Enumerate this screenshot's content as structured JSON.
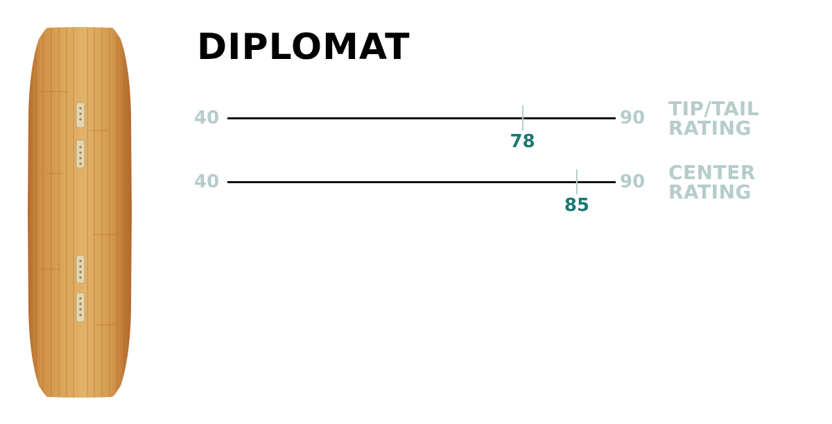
{
  "product": {
    "title": "DIPLOMAT"
  },
  "colors": {
    "muted": "#b5cccb",
    "accent": "#1b7a70",
    "track": "#111111"
  },
  "ratings": [
    {
      "name": "TIP/TAIL\nRATING",
      "min": "40",
      "max": "90",
      "value": "78",
      "level": 78
    },
    {
      "name": "CENTER\nRATING",
      "min": "40",
      "max": "90",
      "value": "85",
      "level": 85
    }
  ],
  "scale": {
    "min": 40,
    "max": 90
  }
}
